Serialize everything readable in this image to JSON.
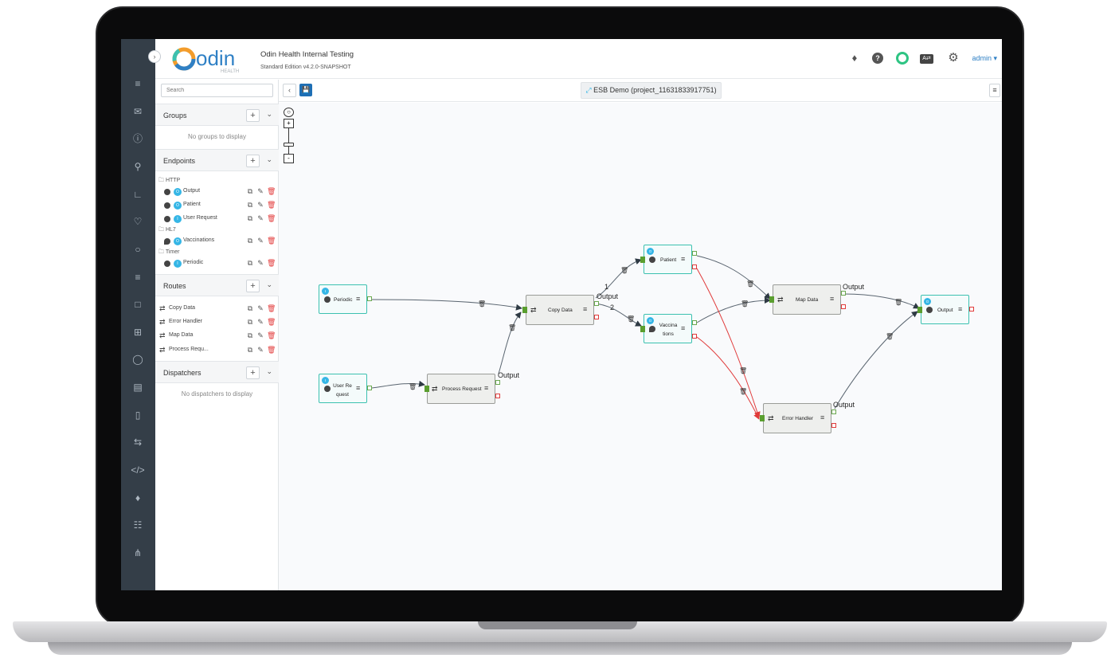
{
  "header": {
    "app_title": "Odin Health Internal Testing",
    "edition": "Standard Edition v4.2.0-SNAPSHOT",
    "user": "admin",
    "logo_text": "odin",
    "logo_sub": "HEALTH"
  },
  "search": {
    "placeholder": "Search"
  },
  "sections": {
    "groups": {
      "title": "Groups",
      "empty": "No groups to display"
    },
    "endpoints": {
      "title": "Endpoints",
      "folders": [
        "HTTP",
        "HL7",
        "Timer"
      ],
      "items": [
        {
          "label": "Output",
          "badge": "O"
        },
        {
          "label": "Patient",
          "badge": "O"
        },
        {
          "label": "User Request",
          "badge": "I"
        },
        {
          "label": "Vaccinations",
          "badge": "O"
        },
        {
          "label": "Periodic",
          "badge": "I"
        }
      ]
    },
    "routes": {
      "title": "Routes",
      "items": [
        {
          "label": "Copy Data"
        },
        {
          "label": "Error Handler"
        },
        {
          "label": "Map Data"
        },
        {
          "label": "Process Requ..."
        }
      ]
    },
    "dispatchers": {
      "title": "Dispatchers",
      "empty": "No dispatchers to display"
    }
  },
  "toolbar": {
    "title": "ESB Demo (project_11631833917751)"
  },
  "canvas": {
    "nodes": {
      "periodic": {
        "label": "Periodic",
        "badge": "I"
      },
      "user_request": {
        "label": "User Re quest",
        "badge": "I"
      },
      "process_request": {
        "label": "Process Request"
      },
      "copy_data": {
        "label": "Copy Data"
      },
      "patient": {
        "label": "Patient",
        "badge": "O"
      },
      "vaccinations": {
        "label": "Vaccina tions",
        "badge": "O"
      },
      "map_data": {
        "label": "Map Data"
      },
      "output": {
        "label": "Output",
        "badge": "O"
      },
      "error_handler": {
        "label": "Error Handler"
      }
    },
    "connector_labels": {
      "copy_output": "Output",
      "branch_1": "1",
      "branch_2": "2",
      "process_output": "Output",
      "map_output": "Output",
      "error_output": "Output"
    }
  },
  "colors": {
    "rail": "#343e48",
    "accent": "#1e6fb5",
    "endpoint_border": "#3cc1b0",
    "error_edge": "#e03a3a"
  }
}
